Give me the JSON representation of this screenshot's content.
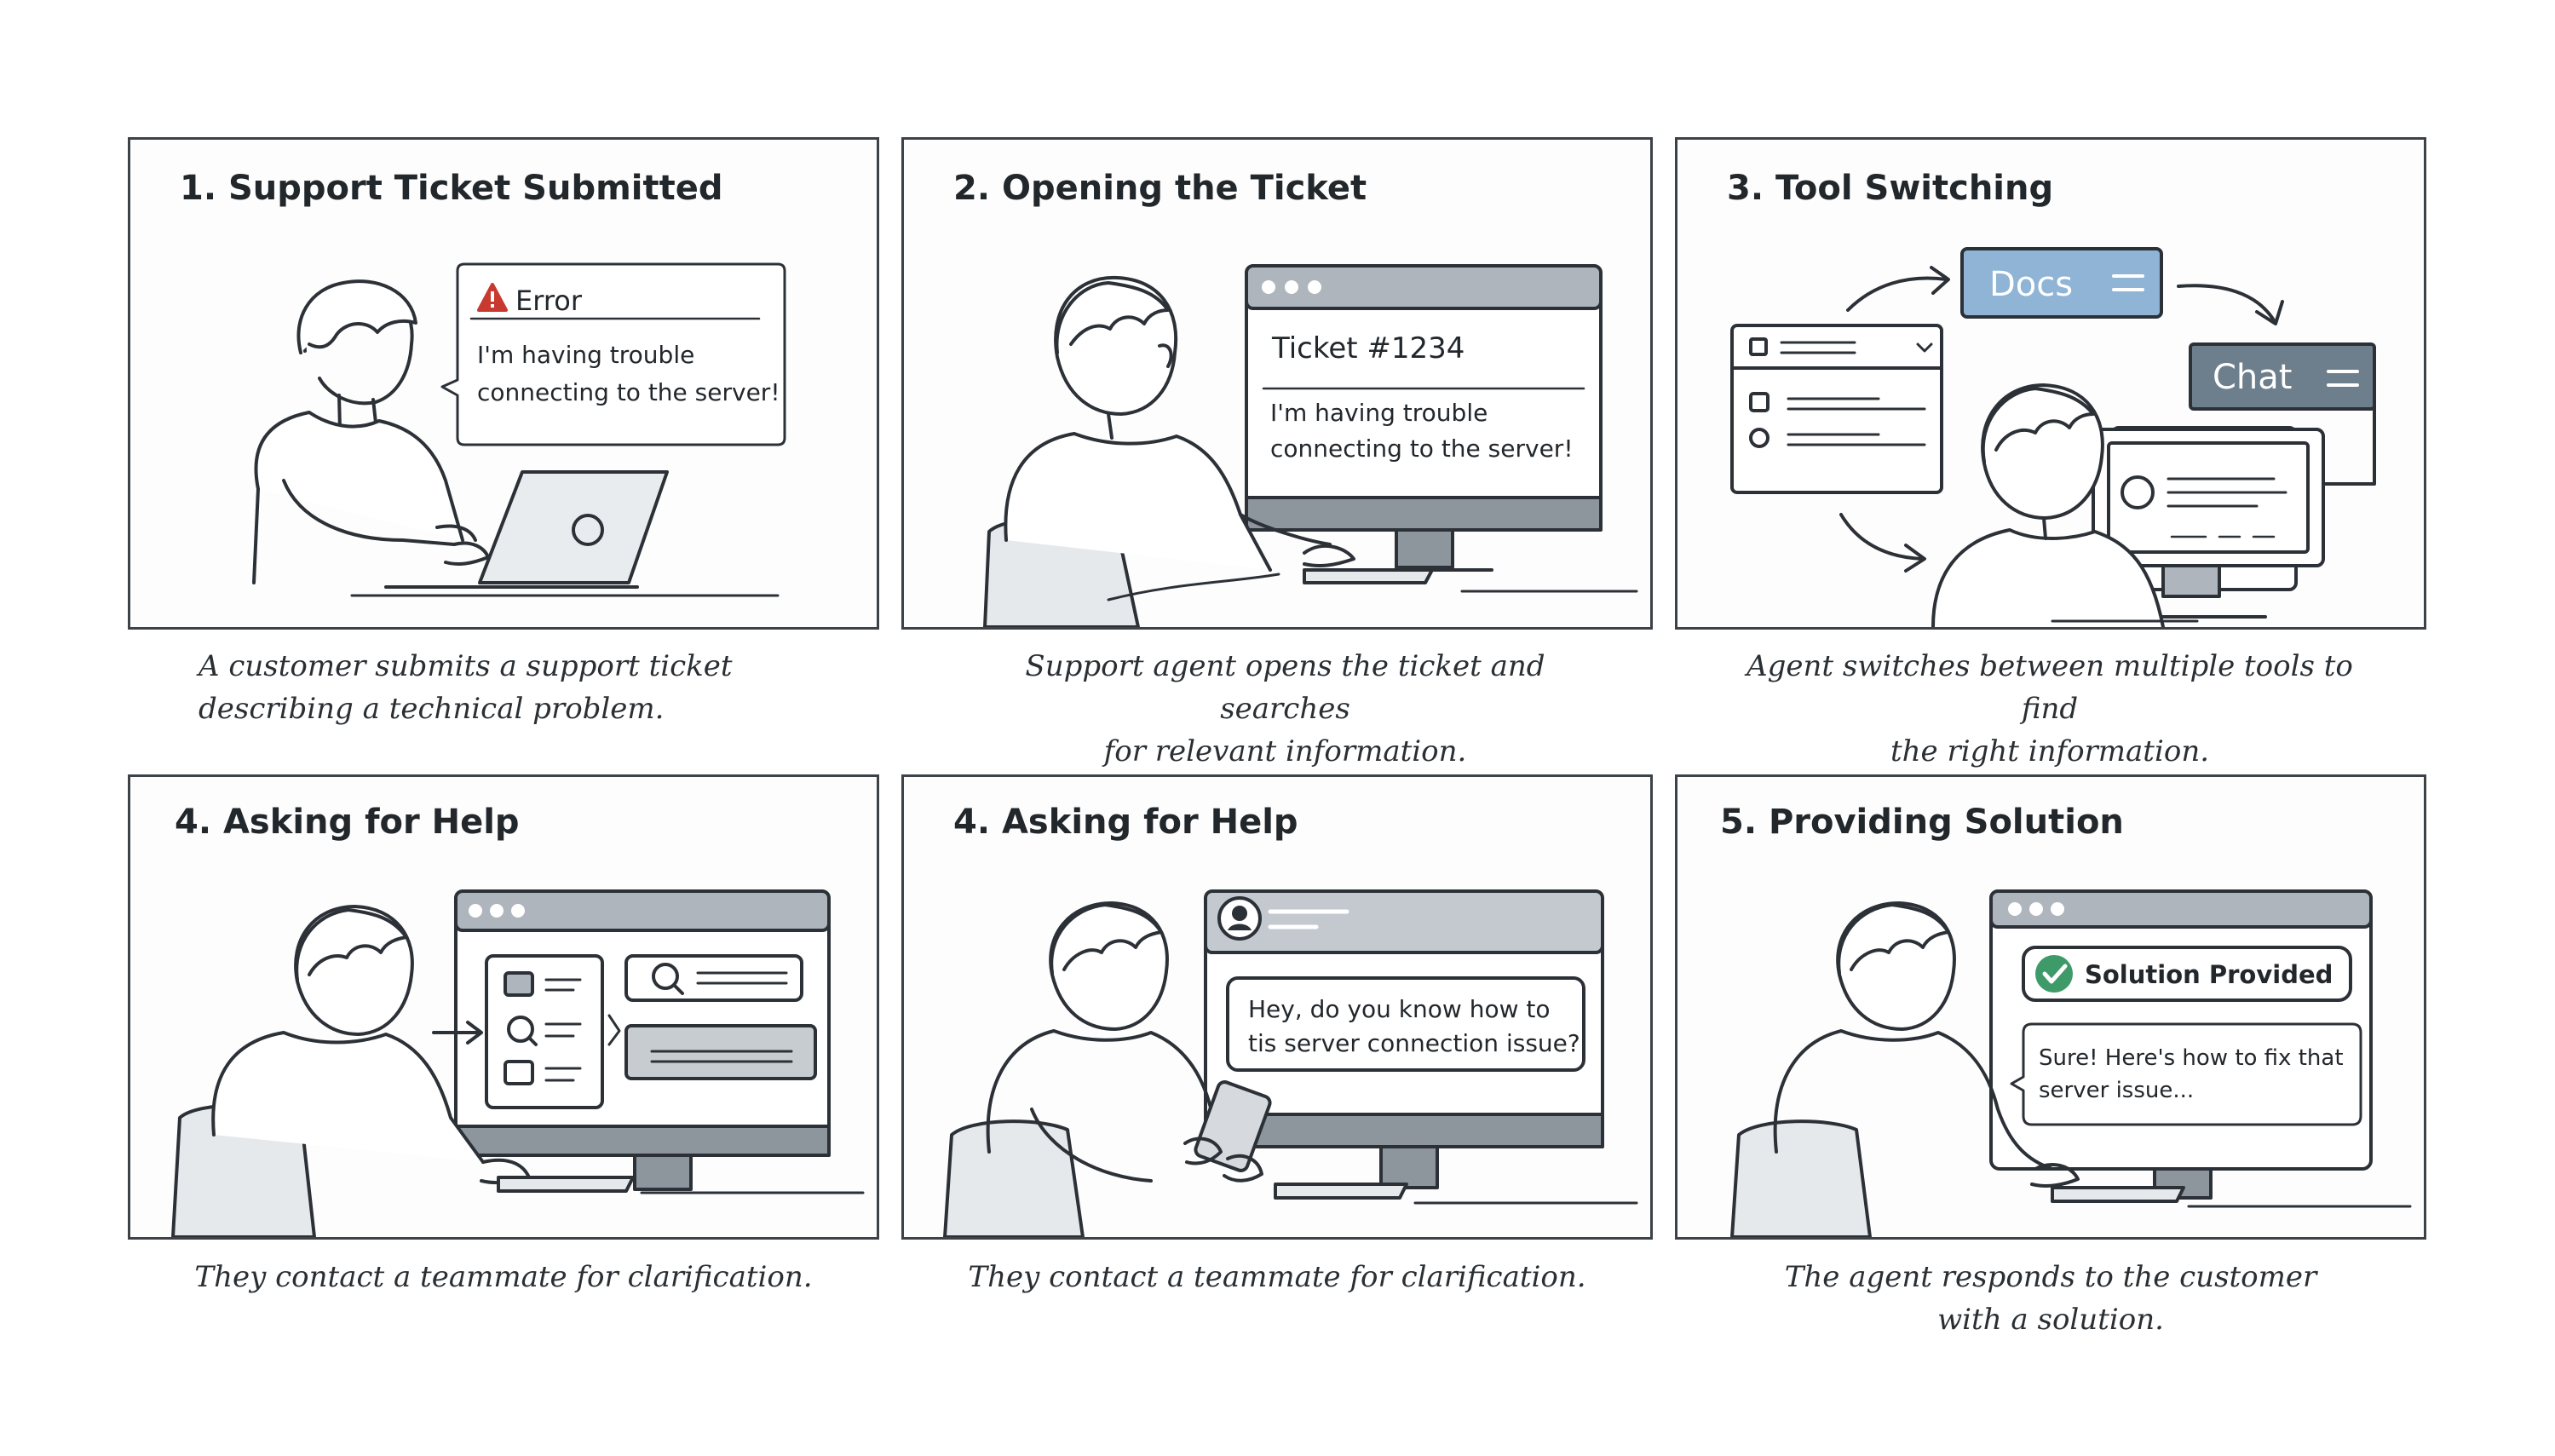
{
  "panels": [
    {
      "title": "1. Support Ticket Submitted",
      "bubble_title": "Error",
      "bubble_lines": [
        "I'm having trouble",
        "connecting to the server!"
      ],
      "caption_lines": [
        "A customer submits a support ticket",
        "describing a technical problem."
      ]
    },
    {
      "title": "2. Opening the Ticket",
      "window_title": "Ticket #1234",
      "window_lines": [
        "I'm having trouble",
        "connecting to the server!"
      ],
      "caption_lines": [
        "Support agent opens the ticket and searches",
        "for relevant information."
      ]
    },
    {
      "title": "3. Tool Switching",
      "tab_docs": "Docs",
      "tab_chat": "Chat",
      "caption_lines": [
        "Agent switches between multiple tools to find",
        "the right information."
      ]
    },
    {
      "title": "4. Asking for Help",
      "caption_lines": [
        "They contact a teammate for clarification."
      ]
    },
    {
      "title": "4. Asking for Help",
      "message_lines": [
        "Hey, do you know how to",
        "tis server connection issue?"
      ],
      "caption_lines": [
        "They contact a teammate for clarification."
      ]
    },
    {
      "title": "5. Providing Solution",
      "status_label": "Solution Provided",
      "reply_lines": [
        "Sure! Here's how to fix that",
        "server issue..."
      ],
      "caption_lines": [
        "The agent responds to the customer",
        "with a solution."
      ]
    }
  ],
  "colors": {
    "line": "#2c3137",
    "screen_gray": "#aeb5bc",
    "docs_blue": "#8fb4d6",
    "chat_slate": "#6d7e8d",
    "error_red": "#c8392f",
    "success_green": "#3f9a6a"
  }
}
